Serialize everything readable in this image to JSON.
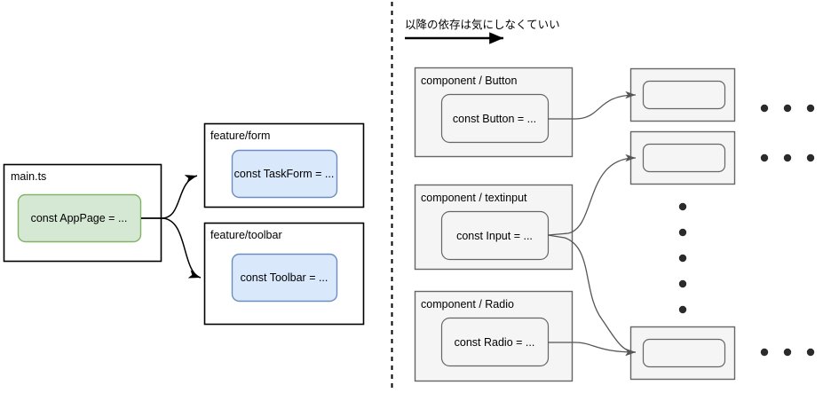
{
  "diagram": {
    "title_annotation": "以降の依存は気にしなくていい",
    "colors": {
      "green_fill": "#d5e8d4",
      "green_stroke": "#82b366",
      "blue_fill": "#dae8fc",
      "blue_stroke": "#6c8ebf",
      "gray_fill": "#f5f5f5",
      "gray_stroke": "#666666",
      "white_fill": "#ffffff",
      "black_stroke": "#000000",
      "text": "#000000",
      "divider": "#000000"
    },
    "left_section": {
      "entry_group": {
        "title": "main.ts",
        "node": "const AppPage = ..."
      },
      "feature_groups": [
        {
          "title": "feature/form",
          "node": "const TaskForm = ..."
        },
        {
          "title": "feature/toolbar",
          "node": "const Toolbar = ..."
        }
      ]
    },
    "right_section": {
      "component_groups": [
        {
          "title": "component / Button",
          "node": "const Button = ..."
        },
        {
          "title": "component / textinput",
          "node": "const Input = ..."
        },
        {
          "title": "component / Radio",
          "node": "const Radio = ..."
        }
      ],
      "leaf_groups": [
        {
          "title": "",
          "node": ""
        },
        {
          "title": "",
          "node": ""
        },
        {
          "title": "",
          "node": ""
        }
      ],
      "ellipsis_rows": [
        {
          "dots": 3,
          "orientation": "horizontal"
        },
        {
          "dots": 3,
          "orientation": "horizontal"
        },
        {
          "dots": 5,
          "orientation": "vertical"
        },
        {
          "dots": 3,
          "orientation": "horizontal"
        }
      ]
    }
  }
}
